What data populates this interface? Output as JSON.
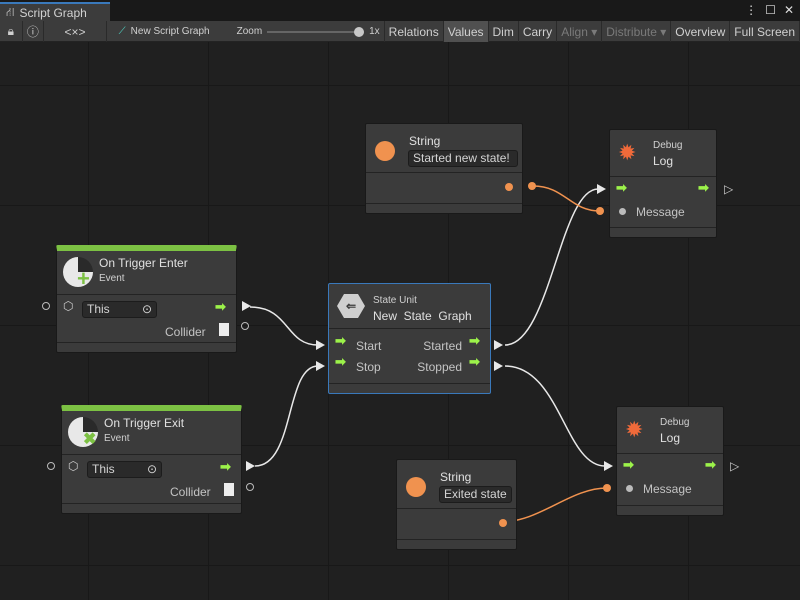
{
  "window": {
    "tab_title": "Script Graph",
    "tab_icon": "hierarchy-icon"
  },
  "toolbar": {
    "lock_icon": "lock-icon",
    "info_icon": "info-icon",
    "code_icon": "<×>",
    "graph_name": "New Script Graph",
    "zoom_label": "Zoom",
    "zoom_value": "1x",
    "zoom_level": 1.0,
    "buttons": [
      "Relations",
      "Values",
      "Dim",
      "Carry",
      "Align",
      "Distribute",
      "Overview",
      "Full Screen"
    ],
    "active": "Values",
    "disabled": [
      "Align",
      "Distribute"
    ]
  },
  "nodes": {
    "string1": {
      "title": "String",
      "value": "Started new state!"
    },
    "string2": {
      "title": "String",
      "value": "Exited state"
    },
    "debug1": {
      "subtitle": "Debug",
      "title": "Log",
      "message": "Message"
    },
    "debug2": {
      "subtitle": "Debug",
      "title": "Log",
      "message": "Message"
    },
    "enter": {
      "title": "On Trigger Enter",
      "subtitle": "Event",
      "target": "This",
      "output": "Collider"
    },
    "exit": {
      "title": "On Trigger Exit",
      "subtitle": "Event",
      "target": "This",
      "output": "Collider"
    },
    "state": {
      "subtitle": "State Unit",
      "title": "New  State  Graph",
      "start": "Start",
      "stop": "Stop",
      "started": "Started",
      "stopped": "Stopped"
    }
  },
  "colors": {
    "event_bar": "#7cc143",
    "flow_arrow": "#9cf24a",
    "string_port": "#f0924f",
    "selection": "#3a79bb",
    "debug_icon": "#f06a3a"
  }
}
